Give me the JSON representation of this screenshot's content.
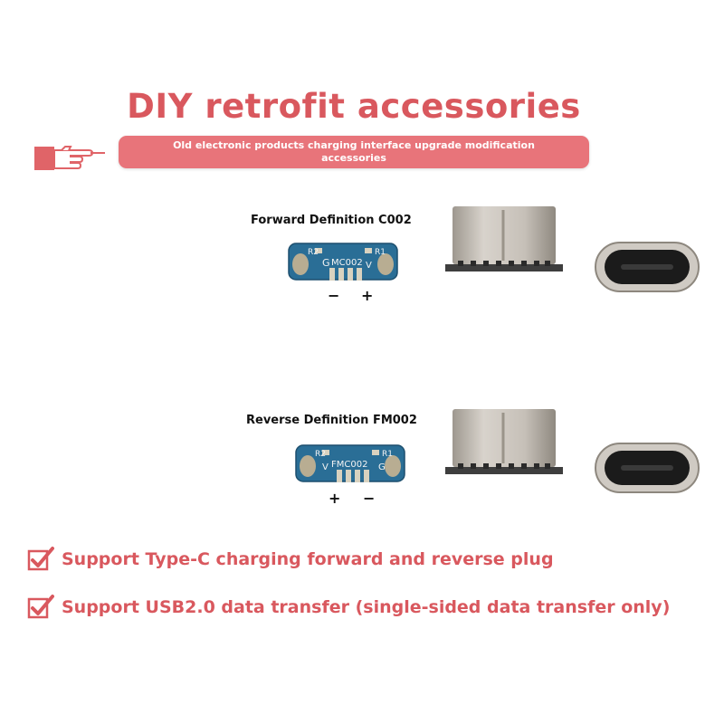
{
  "header": {
    "title": "DIY retrofit accessories",
    "banner_text": "Old electronic products charging interface upgrade modification accessories"
  },
  "products": [
    {
      "label": "Forward Definition C002",
      "board_text": "MC002",
      "pad_left": "G",
      "pad_right": "V",
      "resistor_left": "R2",
      "resistor_right": "R1",
      "sign_left": "−",
      "sign_right": "+"
    },
    {
      "label": "Reverse Definition FM002",
      "board_text": "FMC002",
      "pad_left": "V",
      "pad_right": "G",
      "resistor_left": "R2",
      "resistor_right": "R1",
      "sign_left": "+",
      "sign_right": "−"
    }
  ],
  "features": [
    "Support Type-C charging forward and reverse plug",
    "Support USB2.0 data transfer (single-sided data transfer only)"
  ],
  "colors": {
    "accent": "#d9585e",
    "banner": "#e8747a",
    "pcb_blue": "#2a6e96",
    "metal": "#c9c4bd"
  },
  "icons": [
    "pointing-hand-icon",
    "checkbox-check-icon"
  ]
}
